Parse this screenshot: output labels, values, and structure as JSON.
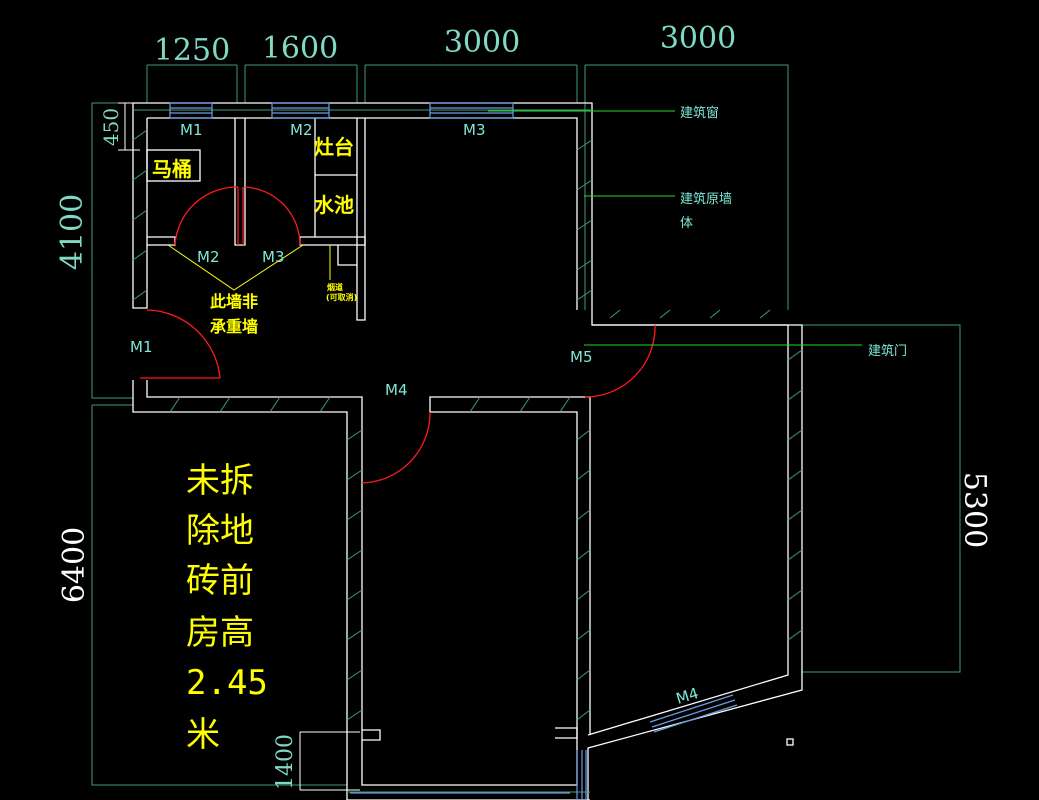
{
  "dimensions": {
    "top": [
      "1250",
      "1600",
      "3000",
      "3000"
    ],
    "left_upper": "4100",
    "left_small": "450",
    "left_lower": "6400",
    "right": "5300",
    "bottom_left": "1400"
  },
  "openings": {
    "m1_top": "M1",
    "m2_top": "M2",
    "m3_top": "M3",
    "m2_inner": "M2",
    "m3_inner": "M3",
    "m1_entry": "M1",
    "m4_mid": "M4",
    "m5": "M5",
    "m4_window": "M4"
  },
  "fixtures": {
    "toilet": "马桶",
    "stove": "灶台",
    "sink": "水池",
    "flue": "烟道",
    "flue_note": "(可取消)",
    "non_bearing_line1": "此墙非",
    "non_bearing_line2": "承重墙"
  },
  "callouts": {
    "window": "建筑窗",
    "wall_line1": "建筑原墙",
    "wall_line2": "体",
    "door": "建筑门"
  },
  "note_lines": [
    "未拆",
    "除地",
    "砖前",
    "房高",
    "2.45",
    "米"
  ],
  "colors": {
    "background": "#000000",
    "wall": "#ffffff",
    "dimension": "#3f9a80",
    "annotation": "#ffff00",
    "door": "#ff1a1a",
    "window": "#6a9be0"
  }
}
